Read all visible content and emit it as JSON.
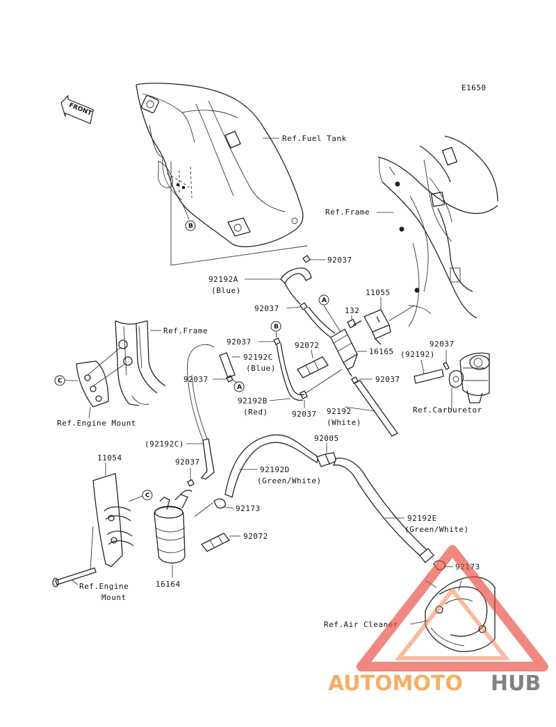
{
  "diagram_code": "E1650",
  "front_label": "FRONT",
  "callouts": {
    "a": "A",
    "b": "B",
    "c": "C"
  },
  "ref": {
    "fuel_tank": "Ref.Fuel Tank",
    "frame_upper": "Ref.Frame",
    "frame_left": "Ref.Frame",
    "engine_mount_upper": "Ref.Engine Mount",
    "engine_mount_lower_1": "Ref.Engine",
    "engine_mount_lower_2": "Mount",
    "carburetor": "Ref.Carburetor",
    "air_cleaner": "Ref.Air Cleaner"
  },
  "parts": {
    "clamp_top": "92037",
    "hose_a": "92192A",
    "hose_a_color": "(Blue)",
    "clamp_mid": "92037",
    "bolt_132": "132",
    "valve_11055": "11055",
    "clamp_b": "92037",
    "hose_c": "92192C",
    "hose_c_color": "(Blue)",
    "clamp_c": "92037",
    "band_92072_upper": "92072",
    "filter_16165": "16165",
    "clamp_16165": "92037",
    "hose_92192_paren": "(92192)",
    "clamp_carb": "92037",
    "hose_b": "92192B",
    "hose_b_color": "(Red)",
    "clamp_b_lower": "92037",
    "hose_92192": "92192",
    "hose_92192_color": "(White)",
    "fitting_92005": "92005",
    "hose_c_paren": "(92192C)",
    "bracket_11054": "11054",
    "clamp_canister": "92037",
    "hose_d": "92192D",
    "hose_d_color": "(Green/White)",
    "joint_92173_left": "92173",
    "band_92072_lower": "92072",
    "canister_16164": "16164",
    "hose_e": "92192E",
    "hose_e_color": "(Green/White)",
    "joint_92173_right": "92173"
  },
  "watermark": {
    "left": "AUTOMOTO",
    "right": "HUB"
  },
  "colors": {
    "line": "#222222",
    "watermark_orange": "#f5a14a",
    "watermark_red": "#e8453c",
    "watermark_gray": "#6d6d6d"
  }
}
